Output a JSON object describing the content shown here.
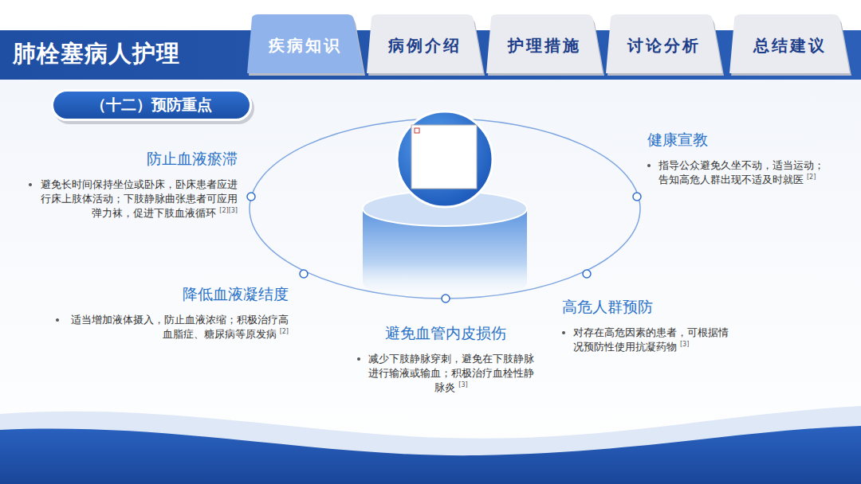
{
  "diagram": {
    "title": "肺栓塞病人护理",
    "nodes": [
      {
        "text": [
          "疾病知识"
        ]
      },
      {
        "text": [
          "病例介绍"
        ]
      },
      {
        "text": [
          "护理措施"
        ]
      },
      {
        "text": [
          "讨论分析"
        ]
      },
      {
        "text": [
          "总结建议"
        ]
      },
      {
        "text": [
          "（十二）预防重点"
        ]
      },
      {
        "text": [
          "健康宣教",
          "指导公众避免久坐不动，适当运动；告知高危人群出现不适及时就医",
          "[2]"
        ]
      },
      {
        "text": [
          "防止血液瘀滞",
          "避免长时间保持坐位或卧床，卧床患者应进行床上肢体活动；下肢静脉曲张患者可应用弹力袜，促进下肢血液循环",
          "[2][3]"
        ]
      },
      {
        "text": [
          "降低血液凝结度",
          "适当增加液体摄入，防止血液浓缩；积极治疗高血脂症、糖尿病等原发病",
          "[2]"
        ]
      },
      {
        "text": [
          "高危人群预防",
          "对存在高危因素的患者，可根据情况预防性使用抗凝药物",
          "[3]"
        ]
      },
      {
        "text": [
          "避免血管内皮损伤",
          "减少下肢静脉穿刺，避免在下肢静脉进行输液或输血；积极治疗血栓性静脉炎",
          "[3]"
        ]
      }
    ]
  }
}
